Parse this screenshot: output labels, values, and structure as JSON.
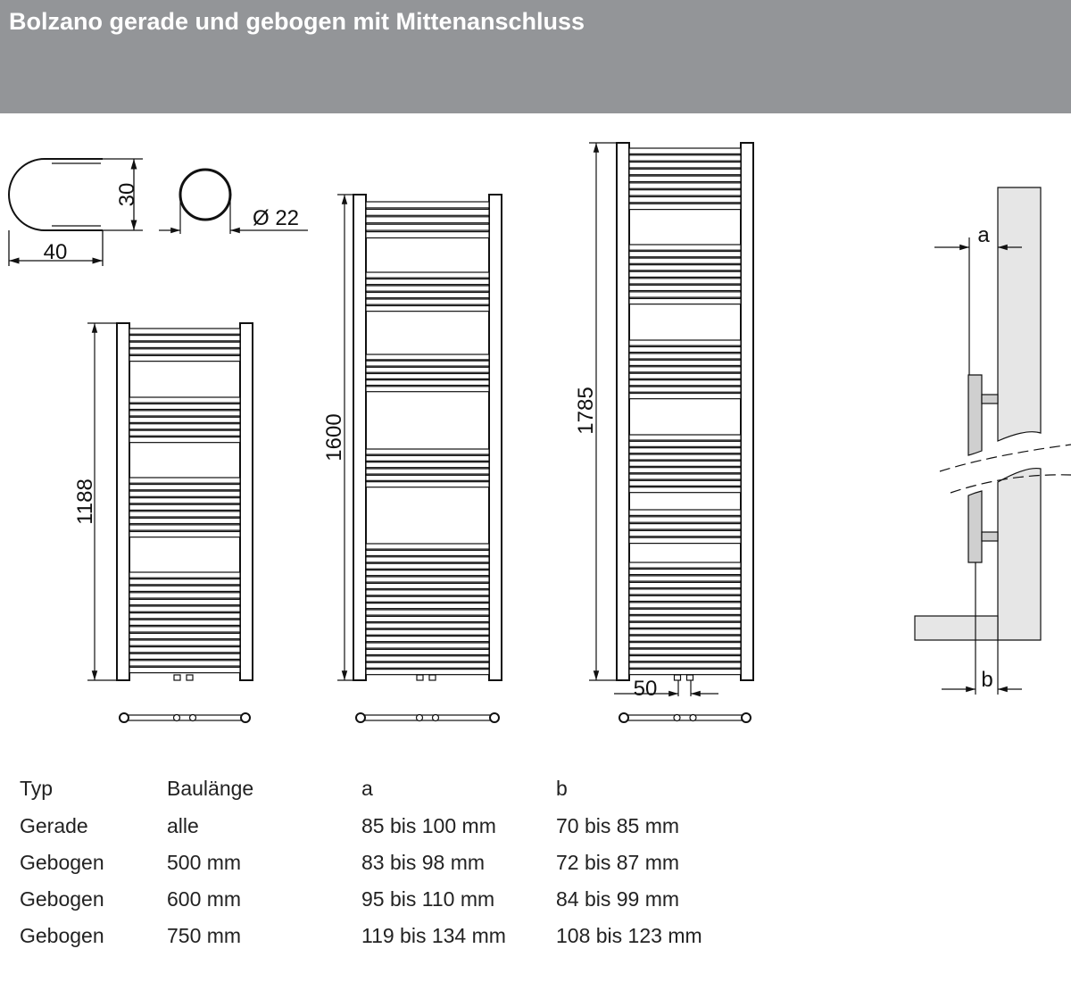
{
  "header": {
    "title": "Bolzano gerade und gebogen mit Mittenanschluss"
  },
  "profile": {
    "height_label": "30",
    "width_label": "40",
    "diameter_label": "Ø 22"
  },
  "radiators": [
    {
      "height_label": "1188"
    },
    {
      "height_label": "1600"
    },
    {
      "height_label": "1785",
      "connection_label": "50"
    }
  ],
  "side_view": {
    "a_label": "a",
    "b_label": "b"
  },
  "table": {
    "headers": [
      "Typ",
      "Baulänge",
      "a",
      "b"
    ],
    "rows": [
      [
        "Gerade",
        "alle",
        "85 bis 100 mm",
        "70 bis 85 mm"
      ],
      [
        "Gebogen",
        "500 mm",
        "83 bis 98 mm",
        "72 bis 87 mm"
      ],
      [
        "Gebogen",
        "600 mm",
        "95 bis 110 mm",
        "84 bis 99 mm"
      ],
      [
        "Gebogen",
        "750 mm",
        "119 bis 134 mm",
        "108 bis 123 mm"
      ]
    ]
  }
}
